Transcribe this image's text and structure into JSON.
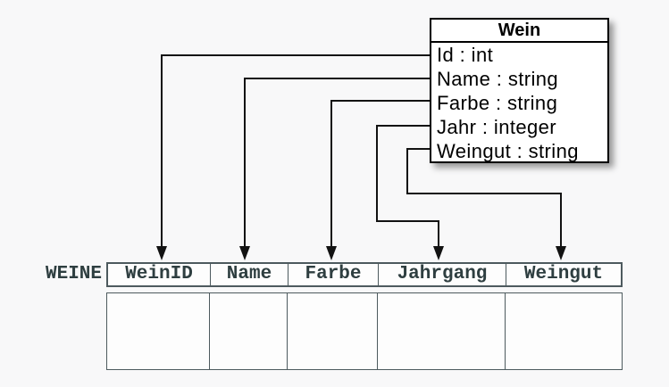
{
  "class_box": {
    "title": "Wein",
    "attributes": [
      "Id : int",
      "Name : string",
      "Farbe : string",
      "Jahr : integer",
      "Weingut : string"
    ]
  },
  "table": {
    "label": "WEINE",
    "columns": [
      "WeinID",
      "Name",
      "Farbe",
      "Jahrgang",
      "Weingut"
    ],
    "body_rows": 1
  },
  "mappings": [
    {
      "from": "Id",
      "to": "WeinID"
    },
    {
      "from": "Name",
      "to": "Name"
    },
    {
      "from": "Farbe",
      "to": "Farbe"
    },
    {
      "from": "Jahr",
      "to": "Jahrgang"
    },
    {
      "from": "Weingut",
      "to": "Weingut"
    }
  ],
  "colors": {
    "background": "#f8f8f9",
    "class_box_fill": "#ffffff",
    "class_box_border": "#000000",
    "connector": "#121212",
    "table_border": "#4d5a5e",
    "table_text": "#2e3e40",
    "table_fill": "#fdfdfd"
  }
}
